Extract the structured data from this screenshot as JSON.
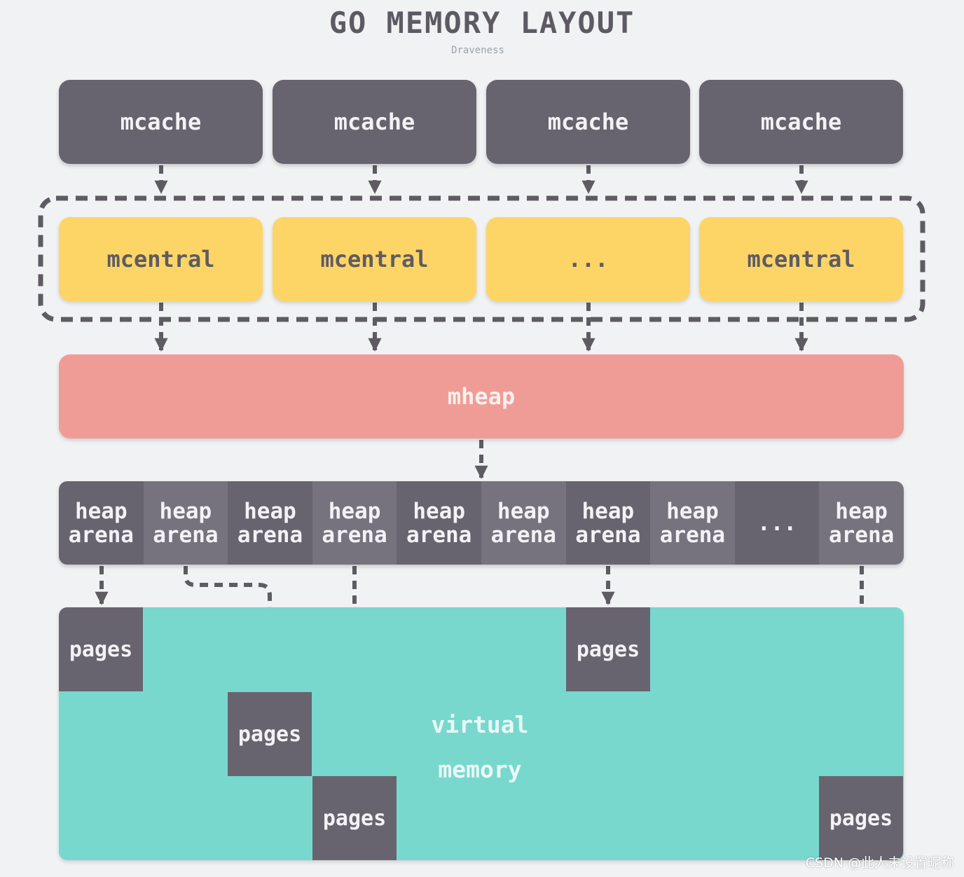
{
  "title": "GO MEMORY LAYOUT",
  "subtitle": "Draveness",
  "mcaches": [
    "mcache",
    "mcache",
    "mcache",
    "mcache"
  ],
  "mcentrals": [
    "mcentral",
    "mcentral",
    "...",
    "mcentral"
  ],
  "mheap": "mheap",
  "arenas": [
    "heap\narena",
    "heap\narena",
    "heap\narena",
    "heap\narena",
    "heap\narena",
    "heap\narena",
    "heap\narena",
    "heap\narena",
    "...",
    "heap\narena"
  ],
  "virtual_memory": "virtual\nmemory",
  "pages_label": "pages",
  "watermark": "CSDN @此人未设置昵称",
  "colors": {
    "mcache": "#68646f",
    "mcentral": "#fcd566",
    "mheap": "#f09c96",
    "virtual_memory": "#78d8cd",
    "connector": "#5e5b63"
  }
}
